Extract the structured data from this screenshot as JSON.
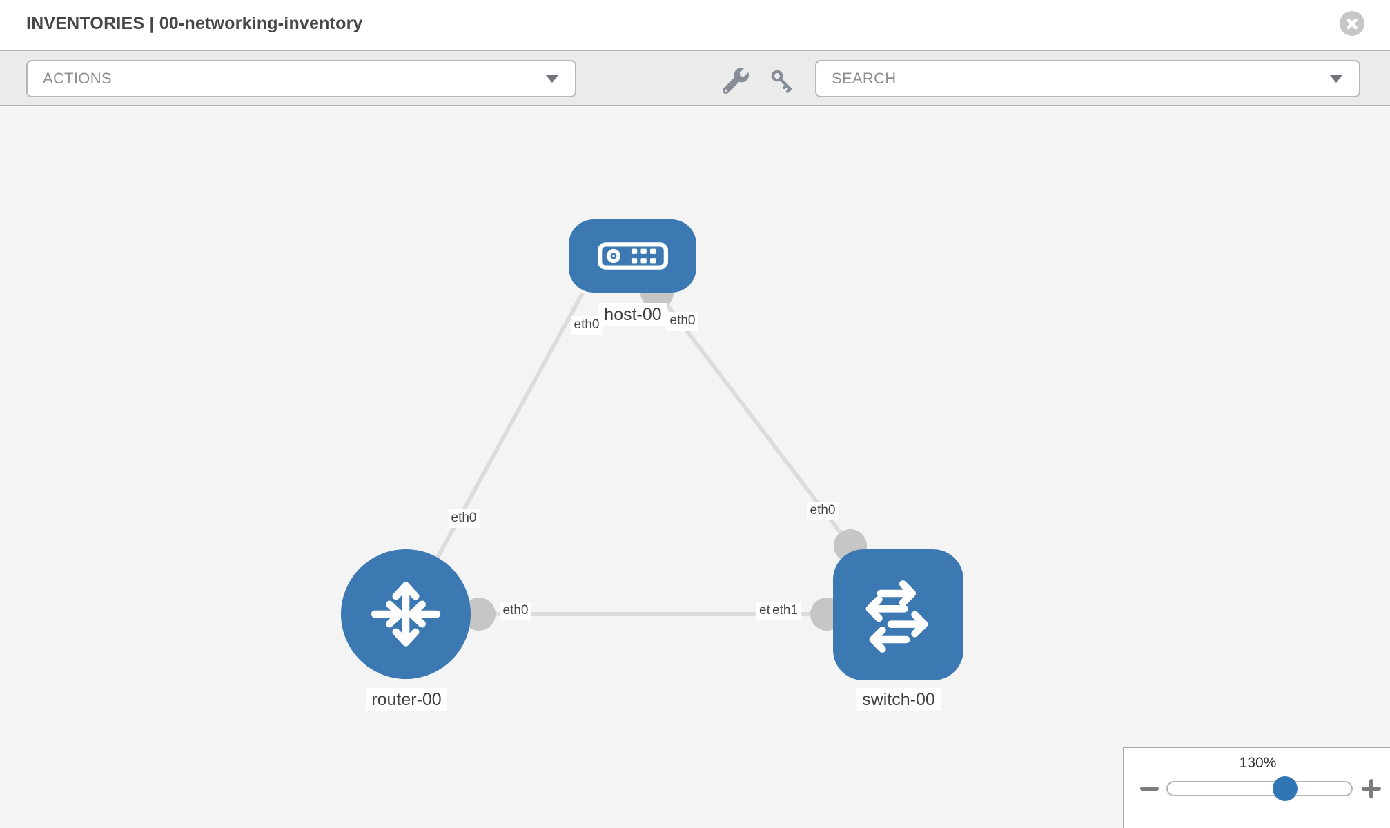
{
  "header": {
    "title": "INVENTORIES | 00-networking-inventory"
  },
  "toolbar": {
    "actions_value": "ACTIONS",
    "search_value": "SEARCH"
  },
  "icons": {
    "close": "circle-x",
    "wrench": "wrench",
    "key": "key",
    "actions_caret": "triangle-down",
    "search_caret": "triangle-down",
    "host_glyph": "host-device",
    "router_glyph": "router-arrows",
    "switch_glyph": "switch-arrows",
    "zoom_out": "minus",
    "zoom_in": "plus"
  },
  "topology": {
    "nodes": [
      {
        "name": "host-00",
        "type": "host"
      },
      {
        "name": "router-00",
        "type": "router"
      },
      {
        "name": "switch-00",
        "type": "switch"
      }
    ],
    "links": [
      {
        "source": "host-00",
        "source_interface": "eth0",
        "target": "router-00",
        "target_interface": "eth0"
      },
      {
        "source": "host-00",
        "source_interface": "eth0",
        "target": "switch-00",
        "target_interface": "eth0"
      },
      {
        "source": "router-00",
        "source_interface": "eth0",
        "target": "switch-00",
        "target_interface": "eth1",
        "target_interface_overlapped": "eth0",
        "target_label_visible_text": "etleth1"
      }
    ]
  },
  "zoom_control": {
    "level": "130%"
  },
  "colors": {
    "node_blue": "#3c79b2",
    "port_gray": "#c6c6c6",
    "link_gray": "#dcdcdc",
    "slider_blue": "#3076b5",
    "toolbar_bg": "#ebebeb",
    "canvas_bg": "#f4f4f5"
  }
}
